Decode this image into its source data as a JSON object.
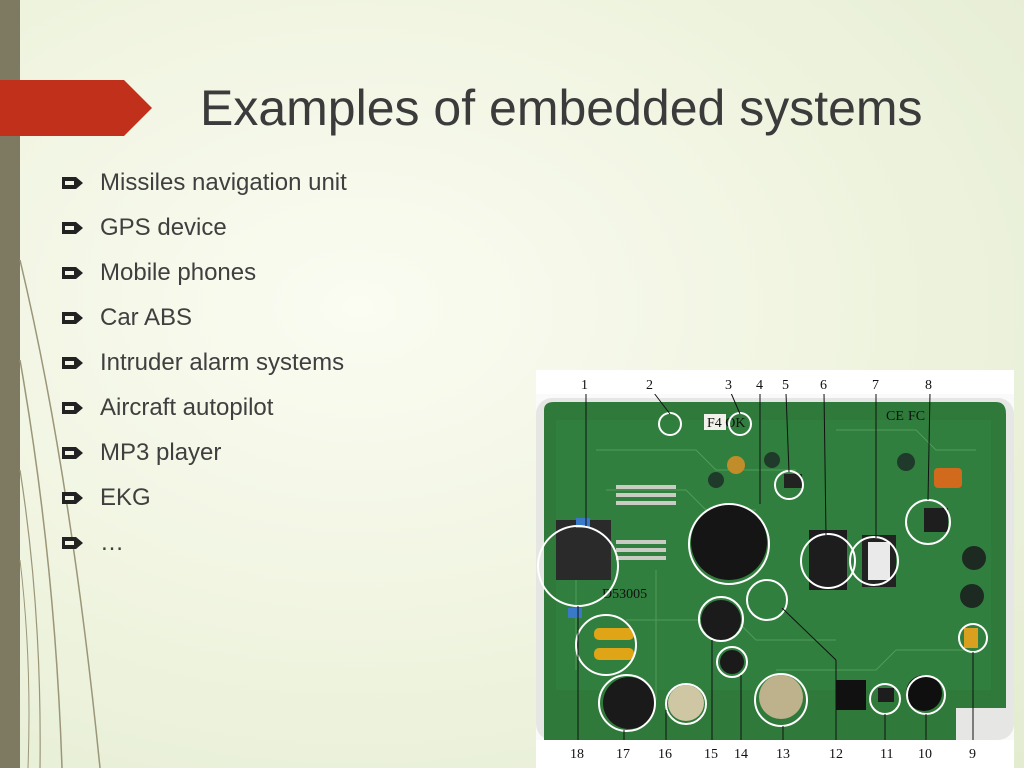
{
  "slide": {
    "title": "Examples of embedded systems",
    "bullets": [
      "Missiles navigation unit",
      "GPS device",
      "Mobile phones",
      "Car ABS",
      "Intruder alarm systems",
      "Aircraft autopilot",
      "MP3 player",
      "EKG",
      "…"
    ],
    "bullet_icon": "pencil-icon",
    "accent_color": "#c0301a"
  },
  "photo": {
    "labels_top": [
      "1",
      "2",
      "3",
      "4",
      "5",
      "6",
      "7",
      "8"
    ],
    "labels_bottom": [
      "18",
      "17",
      "16",
      "15",
      "14",
      "13",
      "12",
      "11",
      "10",
      "9"
    ],
    "board_markings": [
      "F4 OK",
      "CE",
      "FC",
      "D53005"
    ]
  }
}
